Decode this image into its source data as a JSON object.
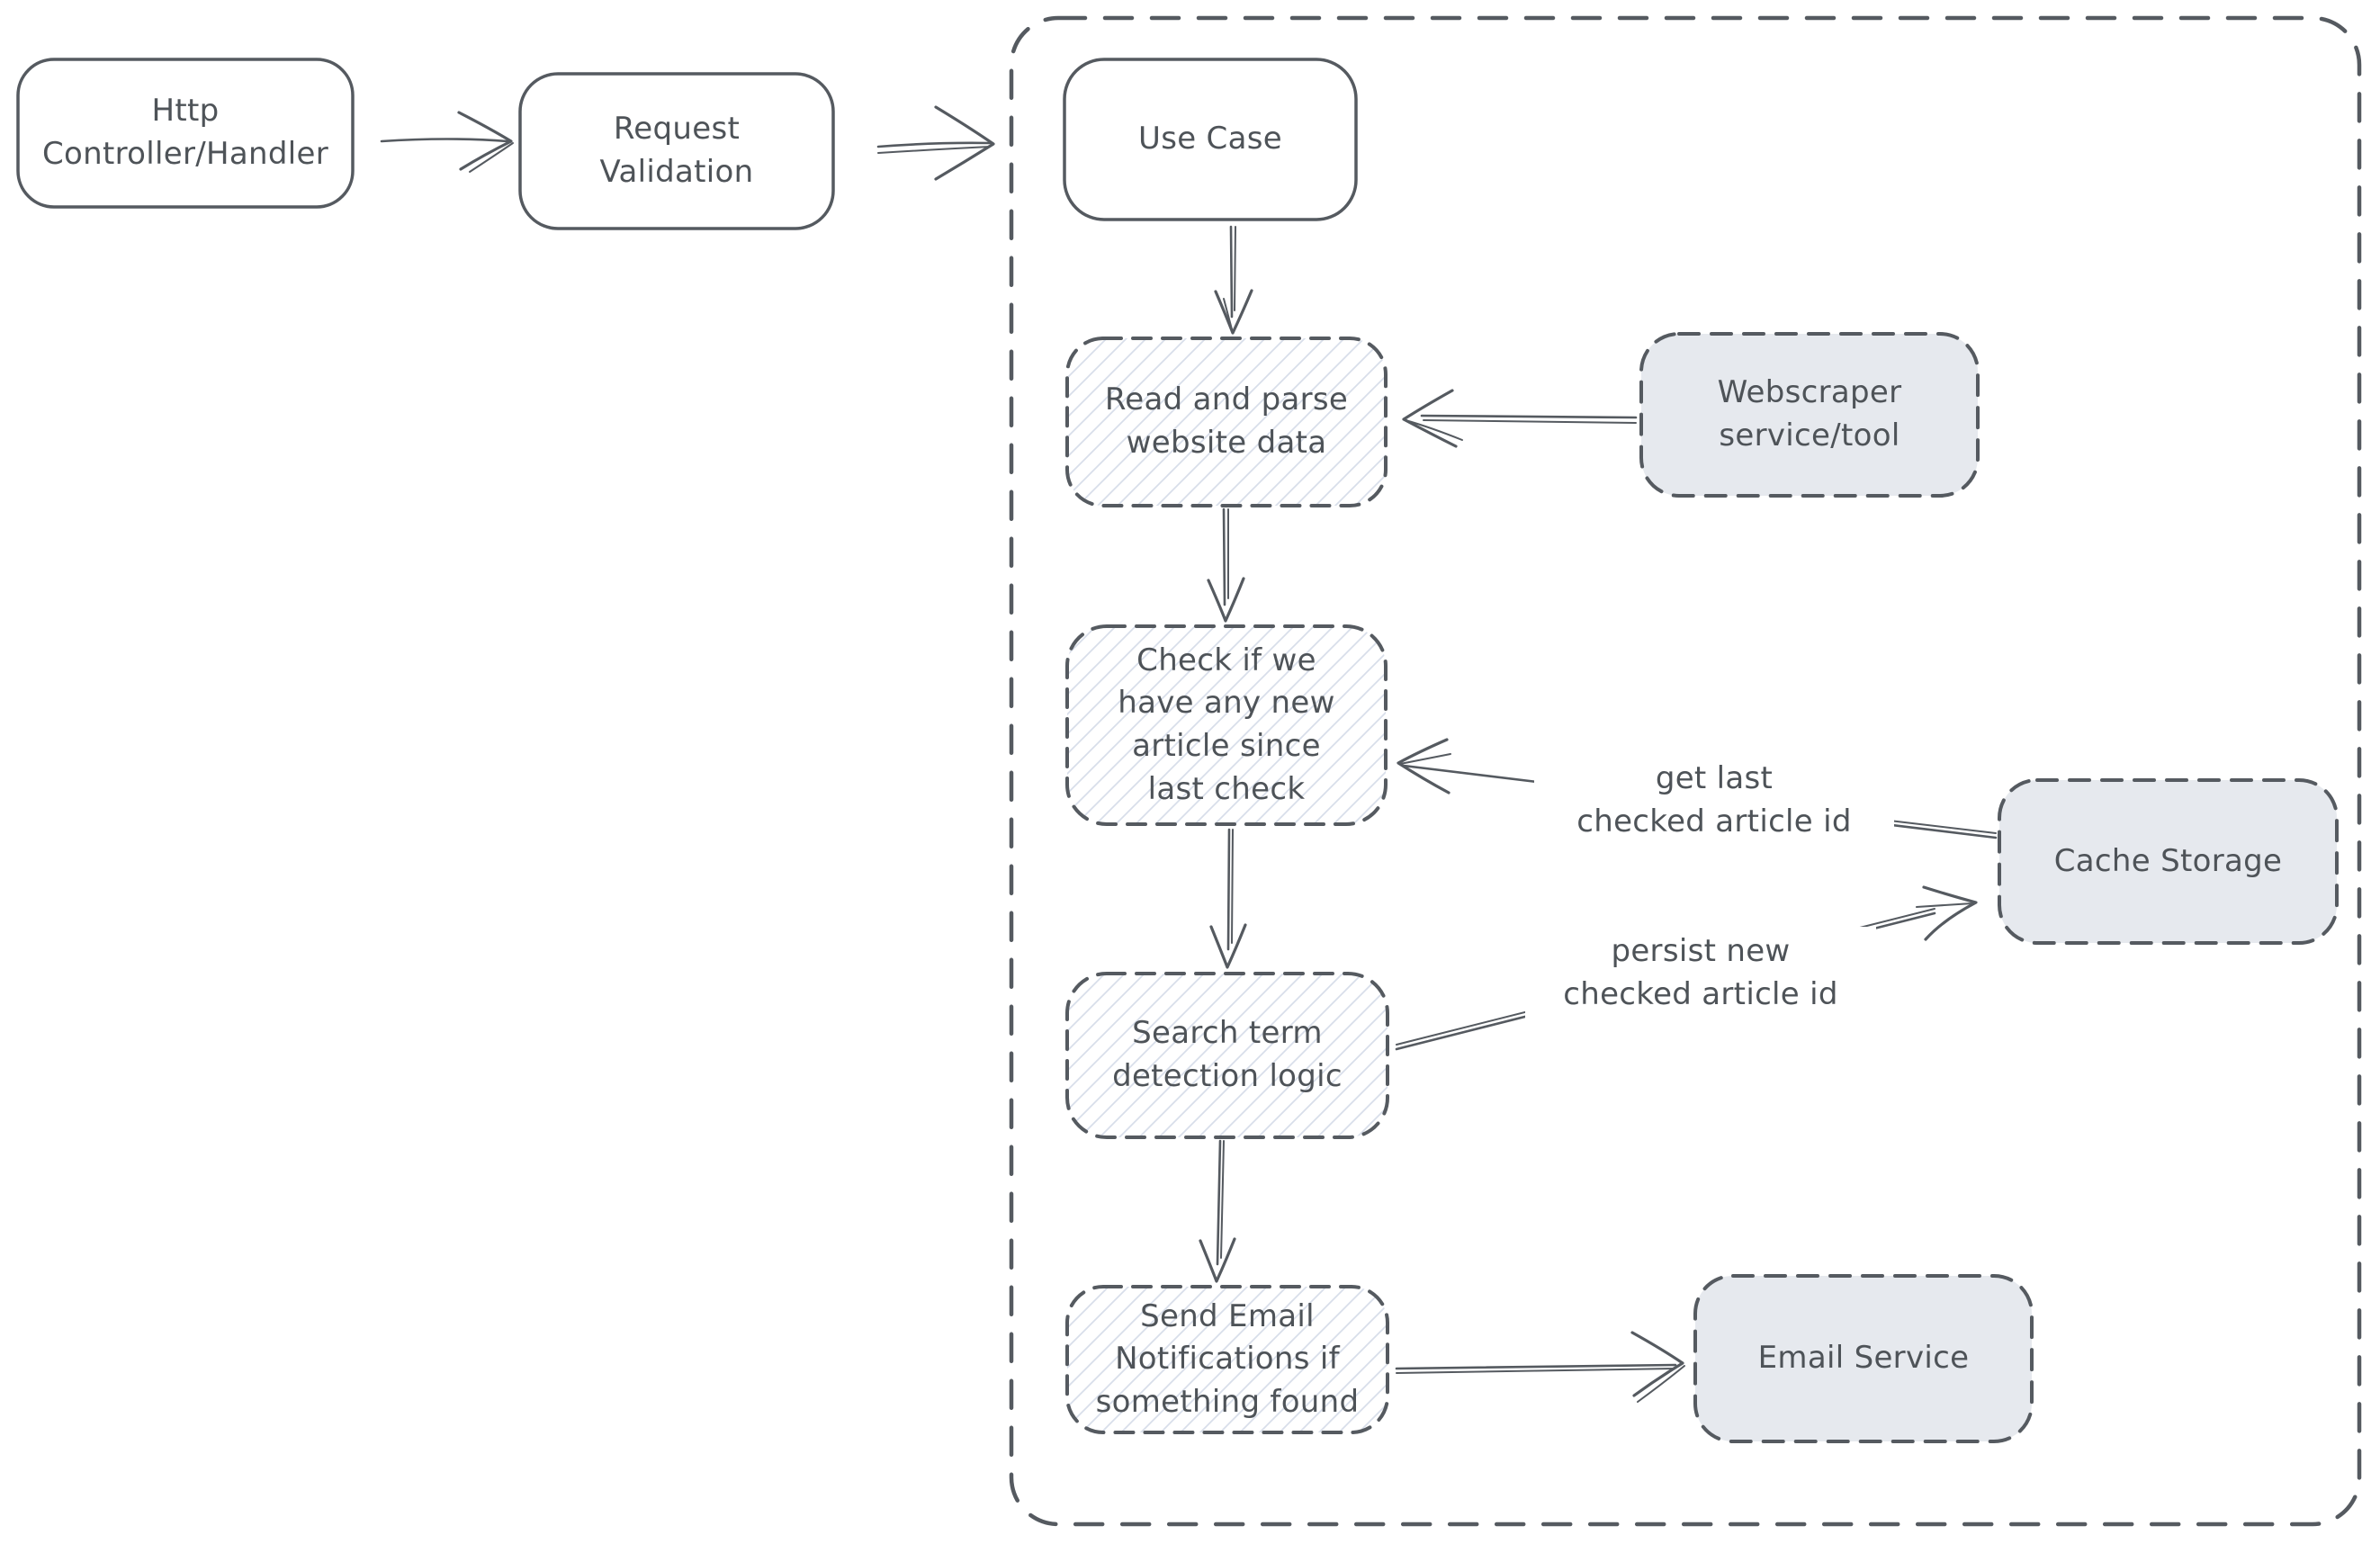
{
  "diagram": {
    "kind": "hand-drawn-architecture-flowchart",
    "boundary": {
      "name": "use-case-boundary",
      "style": "dashed-rounded-rectangle"
    },
    "nodes": [
      {
        "id": "http-controller",
        "label": "Http\nController/Handler",
        "style": "solid"
      },
      {
        "id": "request-validation",
        "label": "Request\nValidation",
        "style": "solid"
      },
      {
        "id": "use-case",
        "label": "Use Case",
        "style": "solid"
      },
      {
        "id": "read-parse-website-data",
        "label": "Read and parse\nwebsite data",
        "style": "dashed-hatched"
      },
      {
        "id": "webscraper-service",
        "label": "Webscraper\nservice/tool",
        "style": "dashed-gray"
      },
      {
        "id": "check-new-article",
        "label": "Check if we\nhave any new\narticle since\nlast check",
        "style": "dashed-hatched"
      },
      {
        "id": "cache-storage",
        "label": "Cache Storage",
        "style": "dashed-gray"
      },
      {
        "id": "search-term-detection",
        "label": "Search term\ndetection logic",
        "style": "dashed-hatched"
      },
      {
        "id": "send-email-notifications",
        "label": "Send Email\nNotifications if\nsomething found",
        "style": "dashed-hatched"
      },
      {
        "id": "email-service",
        "label": "Email Service",
        "style": "dashed-gray"
      }
    ],
    "edges": [
      {
        "from": "http-controller",
        "to": "request-validation",
        "label": ""
      },
      {
        "from": "request-validation",
        "to": "use-case-boundary",
        "label": ""
      },
      {
        "from": "use-case",
        "to": "read-parse-website-data",
        "label": ""
      },
      {
        "from": "webscraper-service",
        "to": "read-parse-website-data",
        "label": ""
      },
      {
        "from": "read-parse-website-data",
        "to": "check-new-article",
        "label": ""
      },
      {
        "from": "cache-storage",
        "to": "check-new-article",
        "label": "get last\nchecked article id"
      },
      {
        "from": "check-new-article",
        "to": "search-term-detection",
        "label": ""
      },
      {
        "from": "search-term-detection",
        "to": "cache-storage",
        "label": "persist new\nchecked article id"
      },
      {
        "from": "search-term-detection",
        "to": "send-email-notifications",
        "label": ""
      },
      {
        "from": "send-email-notifications",
        "to": "email-service",
        "label": ""
      }
    ],
    "colors": {
      "stroke": "#555a60",
      "text": "#4e5358",
      "service_fill": "#e6e9ee",
      "hatch_line": "#d8deea",
      "background": "#ffffff"
    }
  }
}
